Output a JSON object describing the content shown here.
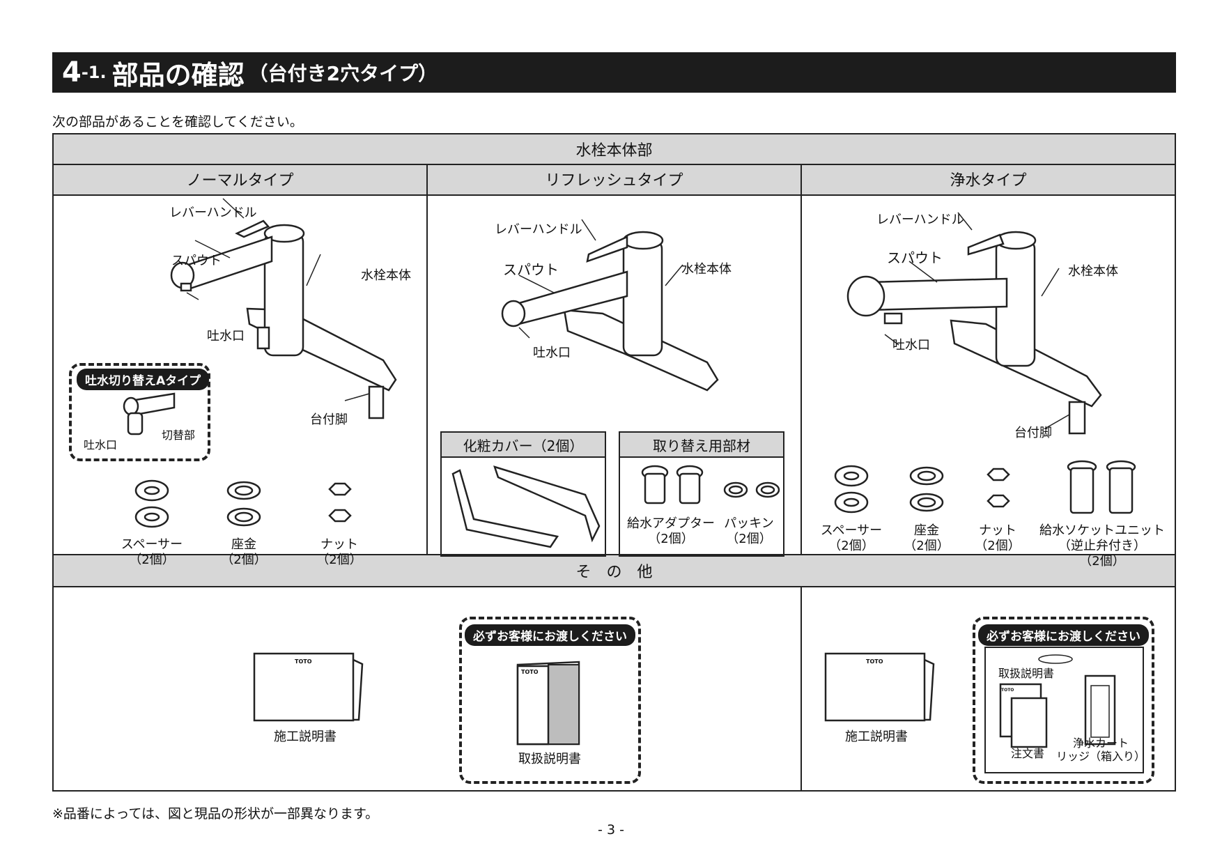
{
  "header": {
    "num": "4",
    "sub": "-1.",
    "main": "部品の確認",
    "paren": "（台付き2穴タイプ）"
  },
  "intro": "次の部品があることを確認してください。",
  "faucet_band": "水栓本体部",
  "columns": {
    "normal": {
      "heading": "ノーマルタイプ",
      "lever": "レバーハンドル",
      "spout": "スパウト",
      "body": "水栓本体",
      "outlet": "吐水口",
      "leg": "台付脚",
      "switch_pill": "吐水切り替えAタイプ",
      "switch_outlet": "吐水口",
      "switch_part": "切替部",
      "parts": [
        {
          "name": "スペーサー",
          "qty": "（2個）"
        },
        {
          "name": "座金",
          "qty": "（2個）"
        },
        {
          "name": "ナット",
          "qty": "（2個）"
        }
      ]
    },
    "refresh": {
      "heading": "リフレッシュタイプ",
      "lever": "レバーハンドル",
      "spout": "スパウト",
      "body": "水栓本体",
      "outlet": "吐水口",
      "cover_box": "化粧カバー（2個）",
      "replace_box": "取り替え用部材",
      "adapter": "給水アダプター",
      "adapter_qty": "（2個）",
      "packing": "パッキン",
      "packing_qty": "（2個）"
    },
    "purify": {
      "heading": "浄水タイプ",
      "lever": "レバーハンドル",
      "spout": "スパウト",
      "body": "水栓本体",
      "outlet": "吐水口",
      "leg": "台付脚",
      "parts": [
        {
          "name": "スペーサー",
          "qty": "（2個）"
        },
        {
          "name": "座金",
          "qty": "（2個）"
        },
        {
          "name": "ナット",
          "qty": "（2個）"
        }
      ],
      "socket_name": "給水ソケットユニット",
      "socket_sub": "（逆止弁付き）",
      "socket_qty": "（2個）"
    }
  },
  "other_band": "そ　の　他",
  "other": {
    "left_manual": "施工説明書",
    "brand": "TOTO",
    "pill": "必ずお客様にお渡しください",
    "left_booklet": "取扱説明書",
    "right_manual": "施工説明書",
    "right_pill": "必ずお客様にお渡しください",
    "right_booklet": "取扱説明書",
    "order_sheet": "注文書",
    "cartridge_l1": "浄水カート",
    "cartridge_l2": "リッジ（箱入り）"
  },
  "footnote": "※品番によっては、図と現品の形状が一部異なります。",
  "page_number": "- 3 -"
}
